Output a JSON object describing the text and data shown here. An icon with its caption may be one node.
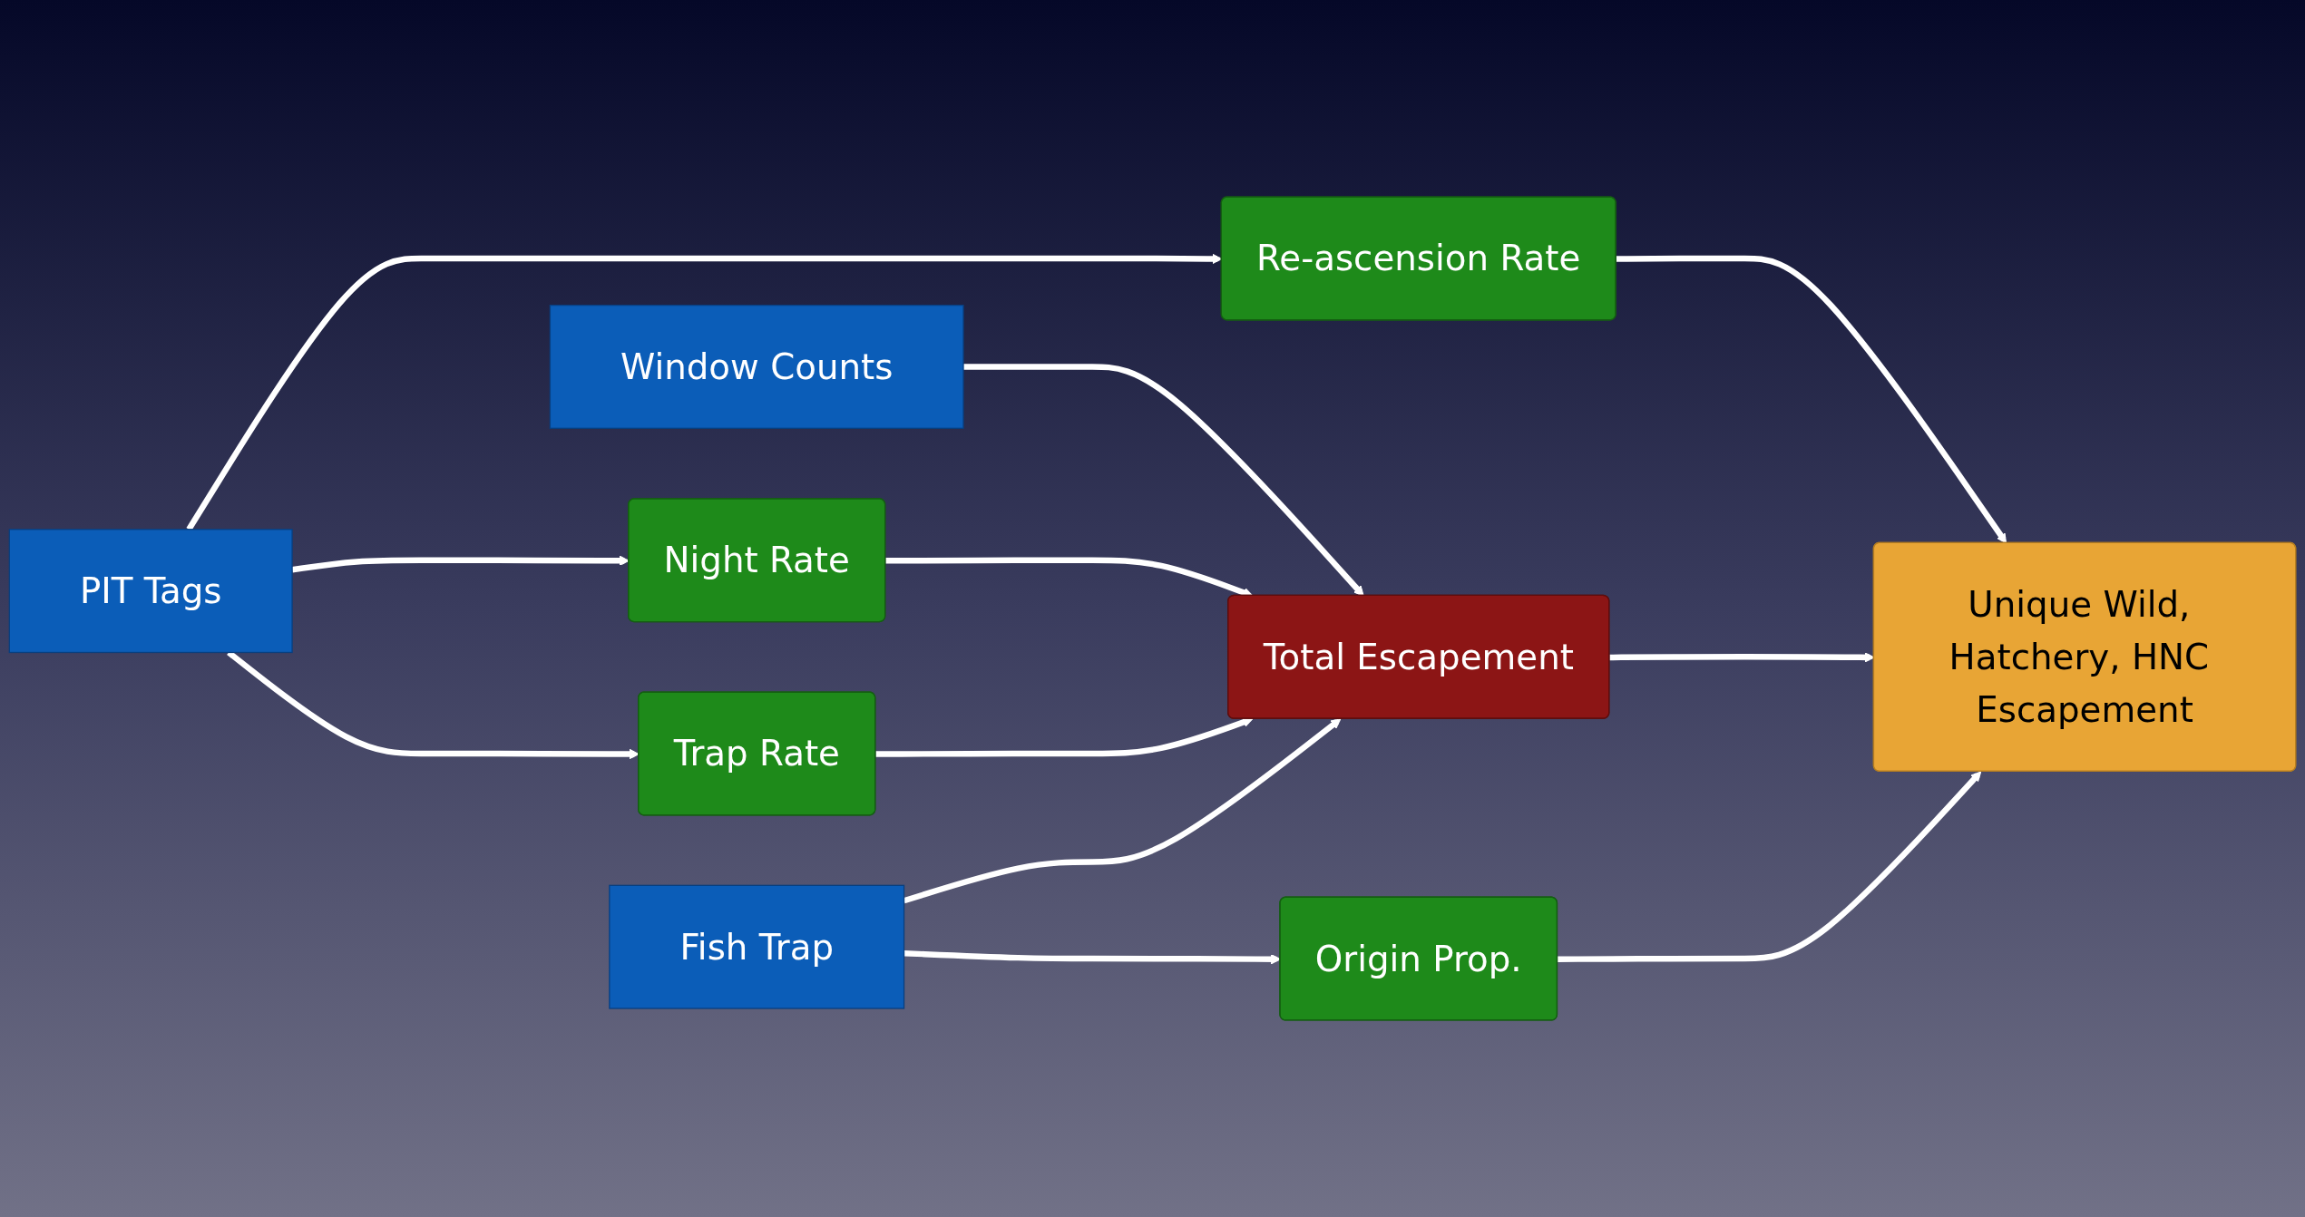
{
  "diagram": {
    "nodes": [
      {
        "text": [
          "Window Counts"
        ]
      },
      {
        "text": [
          "Re-ascension Rate"
        ]
      },
      {
        "text": [
          "Night Rate"
        ]
      },
      {
        "text": [
          "PIT Tags"
        ]
      },
      {
        "text": [
          "Total Escapement"
        ]
      },
      {
        "text": [
          "Unique Wild, Hatchery, HNC Escapement"
        ]
      },
      {
        "text": [
          "Trap Rate"
        ]
      },
      {
        "text": [
          "Fish Trap"
        ]
      },
      {
        "text": [
          "Origin Prop."
        ]
      }
    ],
    "edges": [
      {
        "from": 0,
        "to": 4,
        "arrow": "to"
      },
      {
        "from": 3,
        "to": 1,
        "arrow": "to"
      },
      {
        "from": 2,
        "to": 4,
        "arrow": "to"
      },
      {
        "from": 3,
        "to": 2,
        "arrow": "to"
      },
      {
        "from": 3,
        "to": 6,
        "arrow": "to"
      },
      {
        "from": 6,
        "to": 4,
        "arrow": "to"
      },
      {
        "from": 7,
        "to": 4,
        "arrow": "to"
      },
      {
        "from": 7,
        "to": 8,
        "arrow": "to"
      },
      {
        "from": 1,
        "to": 5,
        "arrow": "to"
      },
      {
        "from": 4,
        "to": 5,
        "arrow": "to"
      },
      {
        "from": 8,
        "to": 5,
        "arrow": "to"
      }
    ]
  }
}
